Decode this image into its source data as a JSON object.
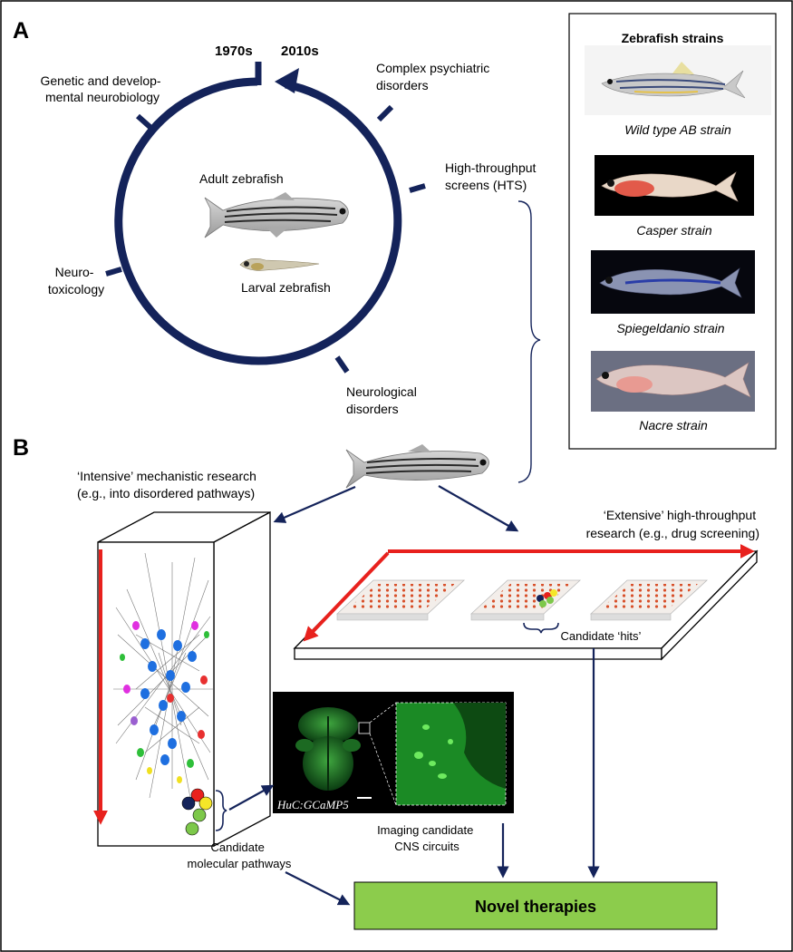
{
  "panel_a": {
    "label": "A",
    "timeline": {
      "start": "1970s",
      "end": "2010s",
      "fields": [
        {
          "line1": "Genetic and develop-",
          "line2": "mental neurobiology"
        },
        {
          "line1": "Neuro-",
          "line2": "toxicology"
        },
        {
          "line1": "Neurological",
          "line2": "disorders"
        },
        {
          "line1": "High-throughput",
          "line2": "screens (HTS)"
        },
        {
          "line1": "Complex psychiatric",
          "line2": "disorders"
        }
      ]
    },
    "adult_label": "Adult zebrafish",
    "larval_label": "Larval zebrafish"
  },
  "strains": {
    "title": "Zebrafish strains",
    "items": [
      {
        "name": "Wild type AB strain"
      },
      {
        "name": "Casper strain"
      },
      {
        "name": "Spiegeldanio strain"
      },
      {
        "name": "Nacre strain"
      }
    ]
  },
  "panel_b": {
    "label": "B",
    "intensive": {
      "line1": "‘Intensive’ mechanistic research",
      "line2": "(e.g., into disordered pathways)"
    },
    "extensive": {
      "line1": "‘Extensive’ high-throughput",
      "line2": "research (e.g., drug screening)"
    },
    "hits_label": "Candidate ‘hits’",
    "pathways": {
      "line1": "Candidate",
      "line2": "molecular pathways"
    },
    "micrograph_label": "HuC:GCaMP5",
    "imaging": {
      "line1": "Imaging candidate",
      "line2": "CNS circuits"
    },
    "therapies": "Novel therapies"
  },
  "colors": {
    "navy": "#14235a",
    "red": "#e8211d",
    "therapy_green": "#8ccc4c",
    "network_nodes": [
      "#1e6fe0",
      "#e030e0",
      "#2fbf3a",
      "#e83030",
      "#f0e020",
      "#9a5fd0"
    ]
  }
}
